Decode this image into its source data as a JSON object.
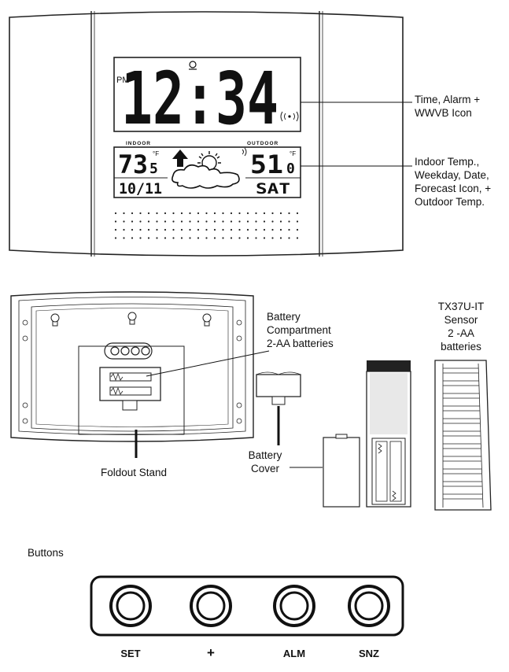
{
  "clock": {
    "ampm": "PM",
    "time": "12:34",
    "wwvb_icon": "radio-wave-icon",
    "indoor_label": "INDOOR",
    "outdoor_label": "OUTDOOR",
    "indoor_temp": "73",
    "indoor_temp_decimal": "5",
    "indoor_unit": "°F",
    "outdoor_temp": "51",
    "outdoor_temp_decimal": "0",
    "outdoor_unit": "°F",
    "date": "10/11",
    "weekday": "SAT",
    "forecast_icon": "partly-cloudy-icon",
    "trend_icon": "arrow-up-icon"
  },
  "callouts": {
    "time_alarm": [
      "Time, Alarm +",
      "WWVB Icon"
    ],
    "indoor_block": [
      "Indoor Temp.,",
      "Weekday, Date,",
      "Forecast Icon, +",
      "Outdoor Temp."
    ],
    "battery_compartment": [
      "Battery",
      "Compartment",
      "2-AA batteries"
    ],
    "sensor": [
      "TX37U-IT",
      "Sensor",
      "2 -AA",
      "batteries"
    ],
    "foldout_stand": "Foldout Stand",
    "battery_cover": [
      "Battery",
      "Cover"
    ]
  },
  "buttons": {
    "heading": "Buttons",
    "labels": [
      "SET",
      "+",
      "ALM",
      "SNZ"
    ]
  }
}
